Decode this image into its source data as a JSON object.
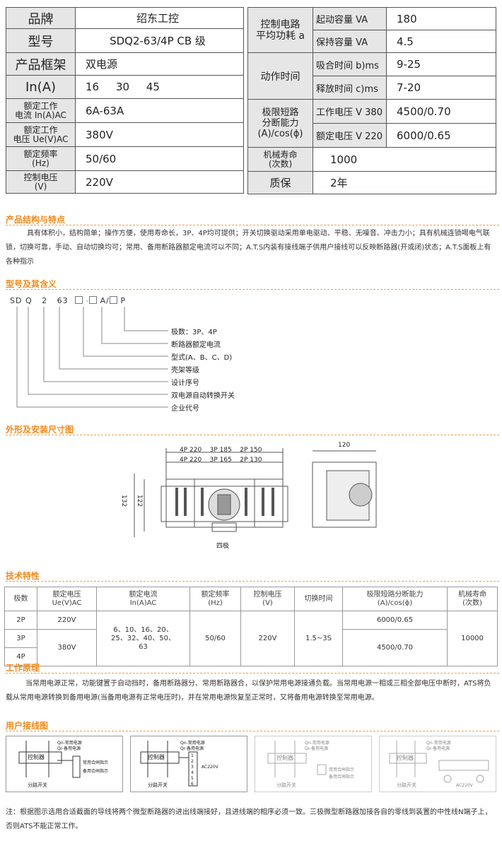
{
  "spec_left": {
    "brand": {
      "label": "品牌",
      "value": "绍东工控"
    },
    "model": {
      "label": "型号",
      "value": "SDQ2-63/4P CB 级"
    },
    "frame": {
      "label": "产品框架",
      "value": "双电源"
    },
    "current": {
      "label": "In(A)",
      "values": [
        "16",
        "30",
        "45"
      ]
    },
    "rated_current": {
      "label_l1": "额定工作",
      "label_l2": "电流 In(A)AC",
      "value": "6A-63A"
    },
    "rated_voltage": {
      "label_l1": "额定工作",
      "label_l2": "电压 Ue(V)AC",
      "value": "380V"
    },
    "frequency": {
      "label_l1": "额定频率",
      "label_l2": "(Hz)",
      "value": "50/60"
    },
    "control_voltage": {
      "label_l1": "控制电压",
      "label_l2": "(V)",
      "value": "220V"
    }
  },
  "spec_right": {
    "power": {
      "label_l1": "控制电路",
      "label_l2": "平均功耗 a",
      "rows": [
        {
          "sub": "起动容量 VA",
          "value": "180"
        },
        {
          "sub": "保持容量 VA",
          "value": "4.5"
        }
      ]
    },
    "action_time": {
      "label": "动作时间",
      "rows": [
        {
          "sub": "吸合时间 b)ms",
          "value": "9-25"
        },
        {
          "sub": "释放时间 c)ms",
          "value": "7-20"
        }
      ]
    },
    "breaking": {
      "label_l1": "极限短路",
      "label_l2": "分断能力",
      "label_l3": "(A)/cos(ϕ)",
      "rows": [
        {
          "sub": "工作电压 V 380",
          "value": "4500/0.70"
        },
        {
          "sub": "额定电压 V 220",
          "value": "6000/0.65"
        }
      ]
    },
    "life": {
      "label_l1": "机械寿命",
      "label_l2": "(次数)",
      "value": "1000"
    },
    "warranty": {
      "label": "质保",
      "value": "2年"
    }
  },
  "structure": {
    "title": "产品结构与特点",
    "text": "具有体积小，结构简单；操作方便，使用寿命长，3P、4P均可提供；开关切换驱动采用单电驱动、平稳、无噪音、冲击力小；具有机械连锁喝电气联锁，切换可靠，手动、自动切换均可；常用、备用断路器额定电流可以不同；A.T.S内装有接线端子供用户接线可以反映断路器(开或闭)状态；A.T.S面板上有各种指示"
  },
  "model_meaning": {
    "title": "型号及其含义",
    "code": [
      "SD",
      "Q",
      "2",
      "63",
      "-",
      "A/",
      "P"
    ],
    "items": [
      "极数：3P、4P",
      "断路器额定电流",
      "型式(A、B、C、D)",
      "壳架等级",
      "设计序号",
      "双电源自动转换开关",
      "企业代号"
    ]
  },
  "dimensions": {
    "title": "外形及安装尺寸图",
    "top_row": "4P 220    3P 185    2P 150",
    "second_row": "4P 220    3P 165    2P 130",
    "height_outer": "132",
    "height_inner": "122",
    "depth": "120",
    "caption": "四极"
  },
  "tech": {
    "title": "技术特性",
    "headers": [
      "极数",
      "额定电压\nUe(V)AC",
      "额定电流\nIn(A)AC",
      "额定频率\n(Hz)",
      "控制电压\n(V)",
      "切换时间",
      "极限短路分断能力\n(A)/cos(ϕ)",
      "机械寿命\n(次数)"
    ],
    "poles": [
      "2P",
      "3P",
      "4P"
    ],
    "voltage_220": "220V",
    "voltage_380": "380V",
    "current": "6、10、16、20、\n25、32、40、50、\n63",
    "frequency": "50/60",
    "control": "220V",
    "switch_time": "1.5~3S",
    "breaking_220": "6000/0.65",
    "breaking_380": "4500/0.70",
    "life": "10000"
  },
  "principle": {
    "title": "工作原理",
    "text": "当常用电源正常，功能键置于自动挡时，备用断路器分、常用断路器合，以保护常用电源接通负载。当常用电源一相或三相全部电压中断时，ATS将负载从常用电源转换到备用电源(当备用电源有正常电压时)，并在常用电源恢复至正常时，又将备用电源转换至常用电源。"
  },
  "wiring": {
    "title": "用户接线图",
    "control": "控制器",
    "branch": "分路开关",
    "legend": [
      "Qn-常用电源",
      "Qr-备用电源",
      "常用合闸指示",
      "备用合闸指示",
      "AC220V"
    ],
    "terminals": [
      "1",
      "2",
      "3",
      "4",
      "5",
      "6"
    ]
  },
  "note": "注：根据图示选用合适截面的导线将两个微型断路器的进出线端接好，且进线端的相序必须一致。三极微型断路器加接各自的零线到装置的中性线N端子上，否则ATS不能正常工作。",
  "colors": {
    "accent": "#f08a1c",
    "label_bg": "#e6e6e6"
  }
}
